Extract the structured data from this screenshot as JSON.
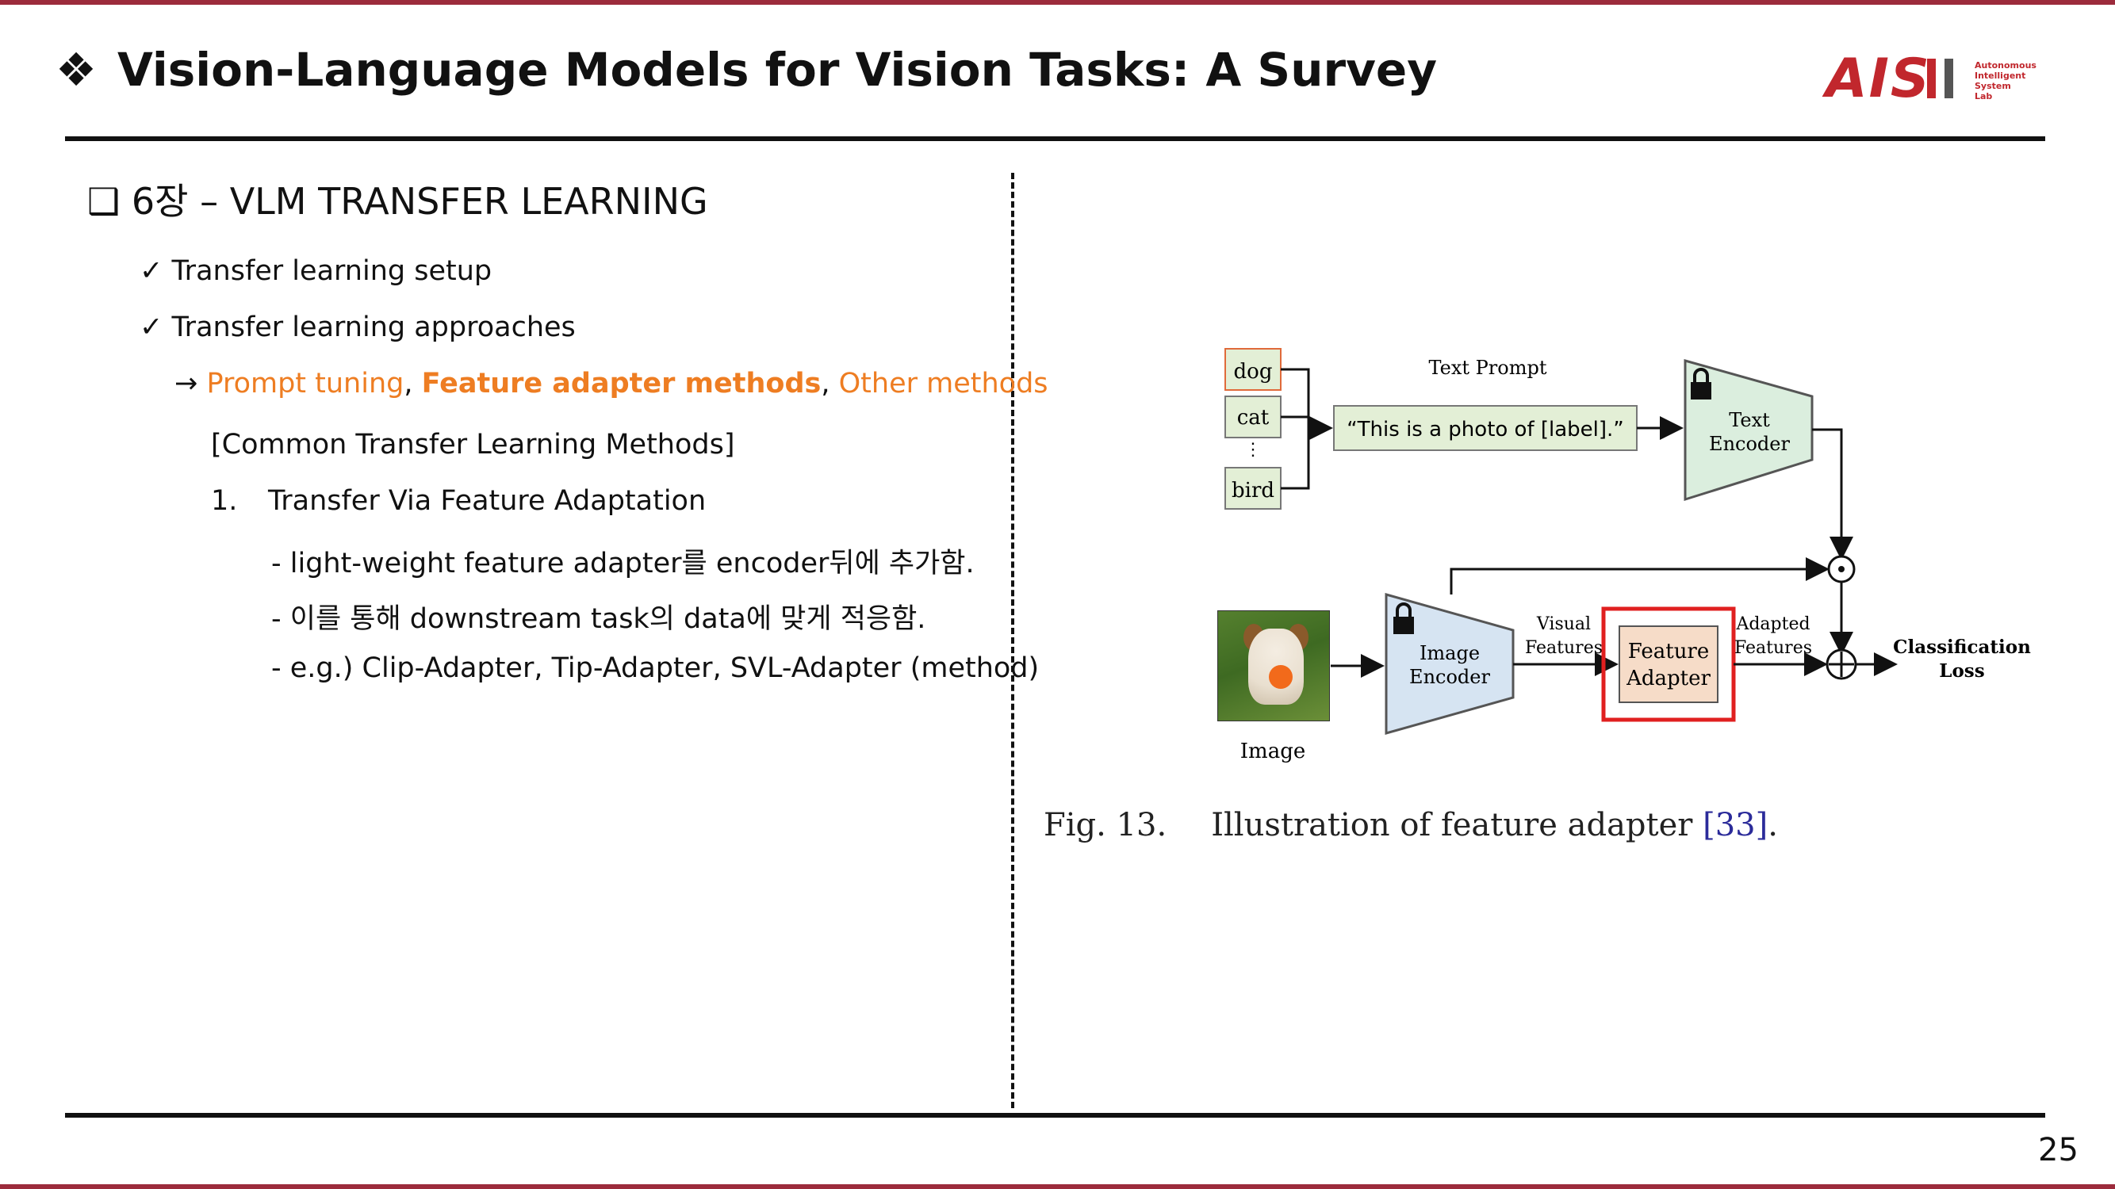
{
  "header": {
    "title": "Vision-Language Models for Vision Tasks: A Survey",
    "bullet_icon": "diamond-bullet-icon",
    "logo": {
      "text": "AIS",
      "lab_lines": [
        "Autonomous",
        "Intelligent",
        "System",
        "Lab"
      ]
    }
  },
  "section": {
    "prefix": "❑ 6장 – VLM TRANSFER LEARNING"
  },
  "content": {
    "item1": "✓ Transfer learning setup",
    "item2": "✓ Transfer learning approaches",
    "arrow": "→ ",
    "prompt_tuning": "Prompt tuning",
    "comma1": ", ",
    "feature_adapter_methods": "Feature adapter methods",
    "comma2": ", ",
    "other_methods": "Other methods",
    "common_methods": "[Common Transfer Learning Methods]",
    "list_number": "1.",
    "list_item": "Transfer Via Feature Adaptation",
    "sub1": "- light-weight feature adapter를 encoder뒤에 추가함.",
    "sub2": "- 이를 통해 downstream task의 data에 맞게 적응함.",
    "sub3": "- e.g.) Clip-Adapter, Tip-Adapter, SVL-Adapter (method)"
  },
  "figure": {
    "labels": [
      "dog",
      "cat",
      "⋮",
      "bird"
    ],
    "text_prompt_label": "Text Prompt",
    "prompt_text": "“This is a photo of [label].”",
    "text_encoder": [
      "Text",
      "Encoder"
    ],
    "image_encoder": [
      "Image",
      "Encoder"
    ],
    "image_label": "Image",
    "visual_features": [
      "Visual",
      "Features"
    ],
    "feature_adapter": [
      "Feature",
      "Adapter"
    ],
    "adapted_features": [
      "Adapted",
      "Features"
    ],
    "classification_loss": [
      "Classification",
      "Loss"
    ],
    "colors": {
      "label_fill": "#e3efd6",
      "encoder_fill": "#dbeede",
      "image_encoder_fill": "#d6e4f2",
      "adapter_fill": "#f6dcc8",
      "highlight": "#e02020",
      "label_border_dog": "#e06a3a"
    }
  },
  "caption": {
    "fig_label": "Fig. 13.",
    "text": "Illustration of feature adapter ",
    "ref": "[33]",
    "end": "."
  },
  "footer": {
    "page_number": "25"
  }
}
